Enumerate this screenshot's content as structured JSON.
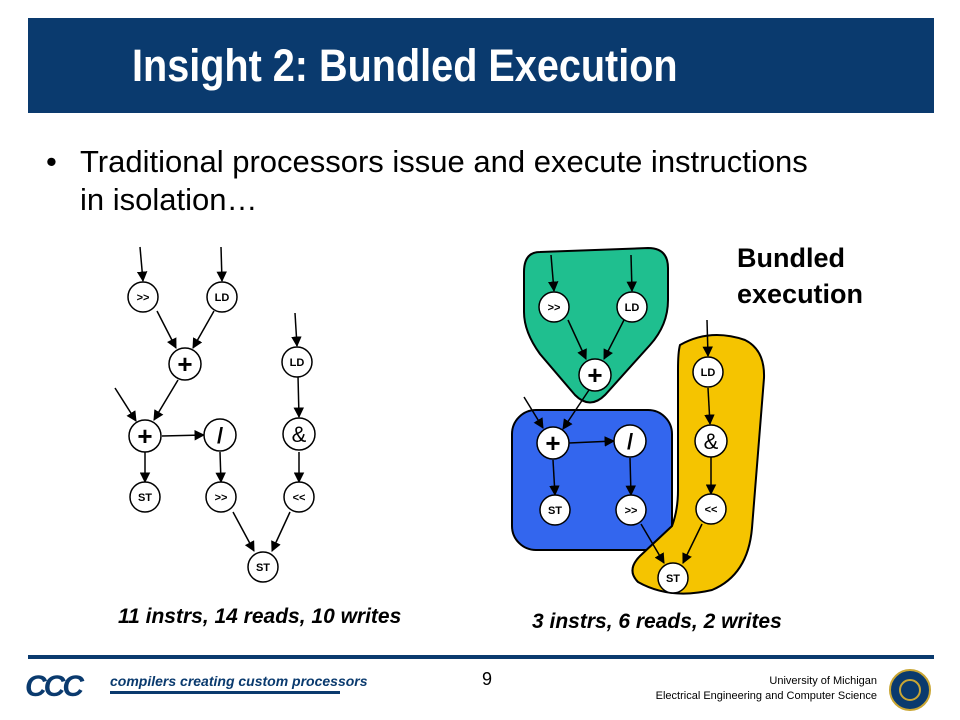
{
  "slide": {
    "title": "Insight 2: Bundled Execution",
    "bullet": "Traditional processors issue and execute instructions in isolation…",
    "bundled_label": "Bundled execution",
    "left_caption": "11 instrs, 14 reads, 10 writes",
    "right_caption": "3 instrs, 6 reads, 2 writes",
    "page_number": "9"
  },
  "footer": {
    "logo_text": "CCC",
    "tagline": "compilers creating custom processors",
    "university": "University of Michigan",
    "department": "Electrical Engineering and Computer Science"
  },
  "diagram": {
    "left_nodes": [
      ">>",
      "LD",
      "+",
      "LD",
      "+",
      "/",
      "&",
      "ST",
      ">>",
      "<<",
      "ST"
    ],
    "right_nodes": [
      ">>",
      "LD",
      "+",
      "+",
      "/",
      "LD",
      "&",
      "ST",
      ">>",
      "<<",
      "ST"
    ]
  },
  "colors": {
    "header": "#0a3a6e",
    "bundle_green": "#1fbf8f",
    "bundle_blue": "#3366ee",
    "bundle_yellow": "#f5c400"
  }
}
